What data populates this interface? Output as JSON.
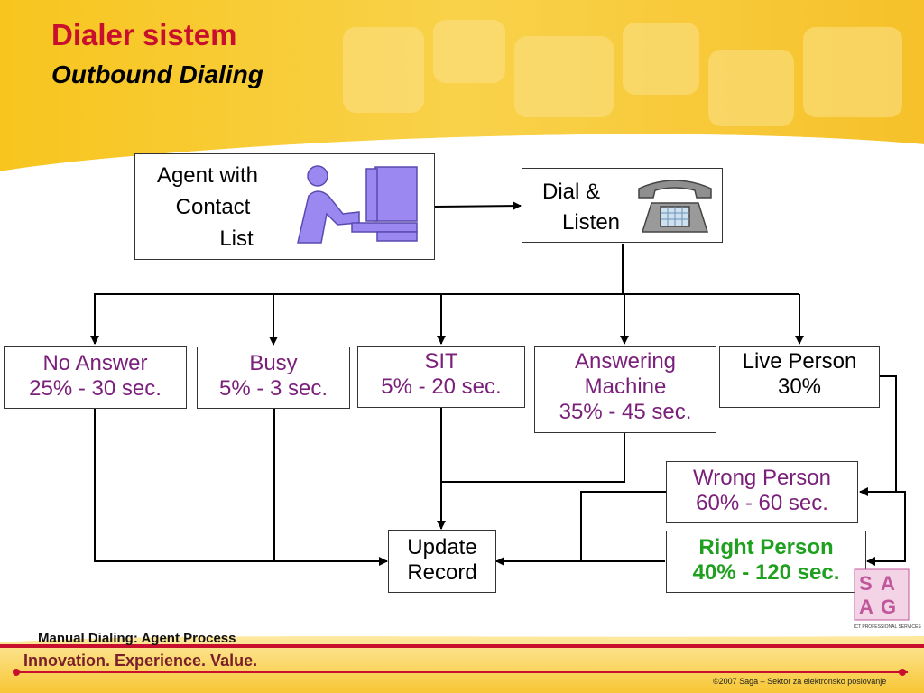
{
  "slide": {
    "title": "Dialer sistem",
    "subtitle": "Outbound Dialing"
  },
  "nodes": {
    "agent": {
      "lines": [
        "Agent with",
        "Contact",
        "List"
      ]
    },
    "dial": {
      "lines": [
        "Dial &",
        "Listen"
      ]
    },
    "no_answer": {
      "line1": "No Answer",
      "line2": "25% - 30 sec."
    },
    "busy": {
      "line1": "Busy",
      "line2": "5% - 3 sec."
    },
    "sit": {
      "line1": "SIT",
      "line2": "5% - 20 sec."
    },
    "answering": {
      "line1": "Answering",
      "line2": "Machine",
      "line3": "35% - 45 sec."
    },
    "live_person": {
      "line1": "Live Person",
      "line2": "30%"
    },
    "wrong_person": {
      "line1": "Wrong Person",
      "line2": "60% - 60 sec."
    },
    "right_person": {
      "line1": "Right Person",
      "line2": "40% - 120 sec."
    },
    "update_record": {
      "line1": "Update",
      "line2": "Record"
    }
  },
  "footer": {
    "left_label": "Manual Dialing: Agent Process",
    "slogan": "Innovation. Experience. Value.",
    "copyright": "©2007 Saga – Sektor za elektronsko poslovanje",
    "logo_label": "ICT PROFESSIONAL SERVICES"
  },
  "colors": {
    "title": "#c8102e",
    "purple_text": "#7a1f7a",
    "green_text": "#1fa01f",
    "accent_bar": "#c8102e"
  },
  "icons": [
    "agent-computer-icon",
    "telephone-icon",
    "saga-logo-icon"
  ]
}
